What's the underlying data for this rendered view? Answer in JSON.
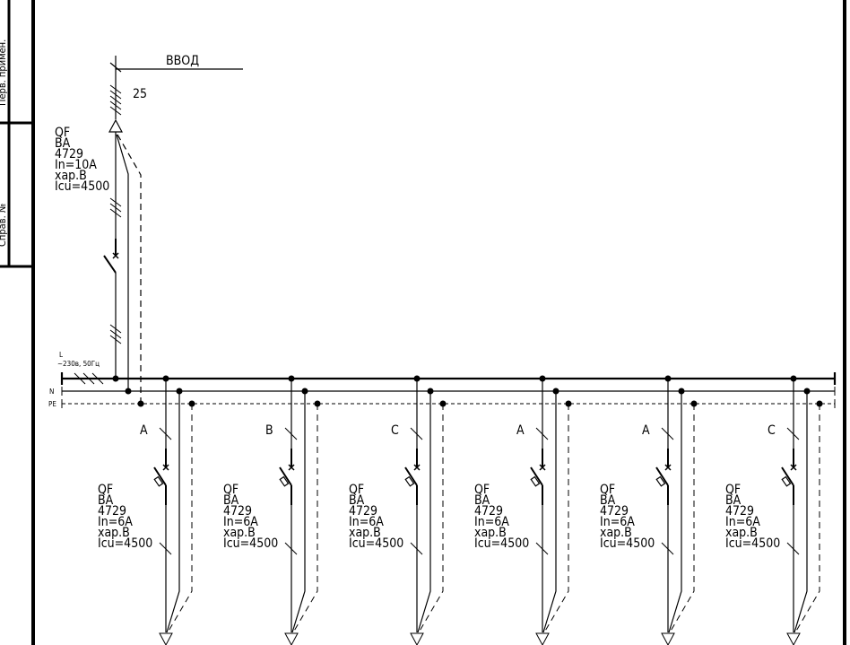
{
  "stamp": {
    "perv_primen": "Перв. примен.",
    "sprav_no": "Справ. №"
  },
  "incomer": {
    "label": "ВВОД",
    "wire_count": "25",
    "breaker": [
      "QF",
      "ВА",
      "4729",
      "In=10A",
      "хар.B",
      "Icu=4500"
    ]
  },
  "bus": {
    "l_label": "L",
    "l_spec": "~230в, 50Гц",
    "n_label": "N",
    "pe_label": "PE"
  },
  "feeders": [
    {
      "phase": "A",
      "breaker": [
        "QF",
        "ВА",
        "4729",
        "In=6A",
        "хар.B",
        "Icu=4500"
      ]
    },
    {
      "phase": "B",
      "breaker": [
        "QF",
        "ВА",
        "4729",
        "In=6A",
        "хар.B",
        "Icu=4500"
      ]
    },
    {
      "phase": "C",
      "breaker": [
        "QF",
        "ВА",
        "4729",
        "In=6A",
        "хар.B",
        "Icu=4500"
      ]
    },
    {
      "phase": "A",
      "breaker": [
        "QF",
        "ВА",
        "4729",
        "In=6A",
        "хар.B",
        "Icu=4500"
      ]
    },
    {
      "phase": "A",
      "breaker": [
        "QF",
        "ВА",
        "4729",
        "In=6A",
        "хар.B",
        "Icu=4500"
      ]
    },
    {
      "phase": "C",
      "breaker": [
        "QF",
        "ВА",
        "4729",
        "In=6A",
        "хар.B",
        "Icu=4500"
      ]
    }
  ]
}
